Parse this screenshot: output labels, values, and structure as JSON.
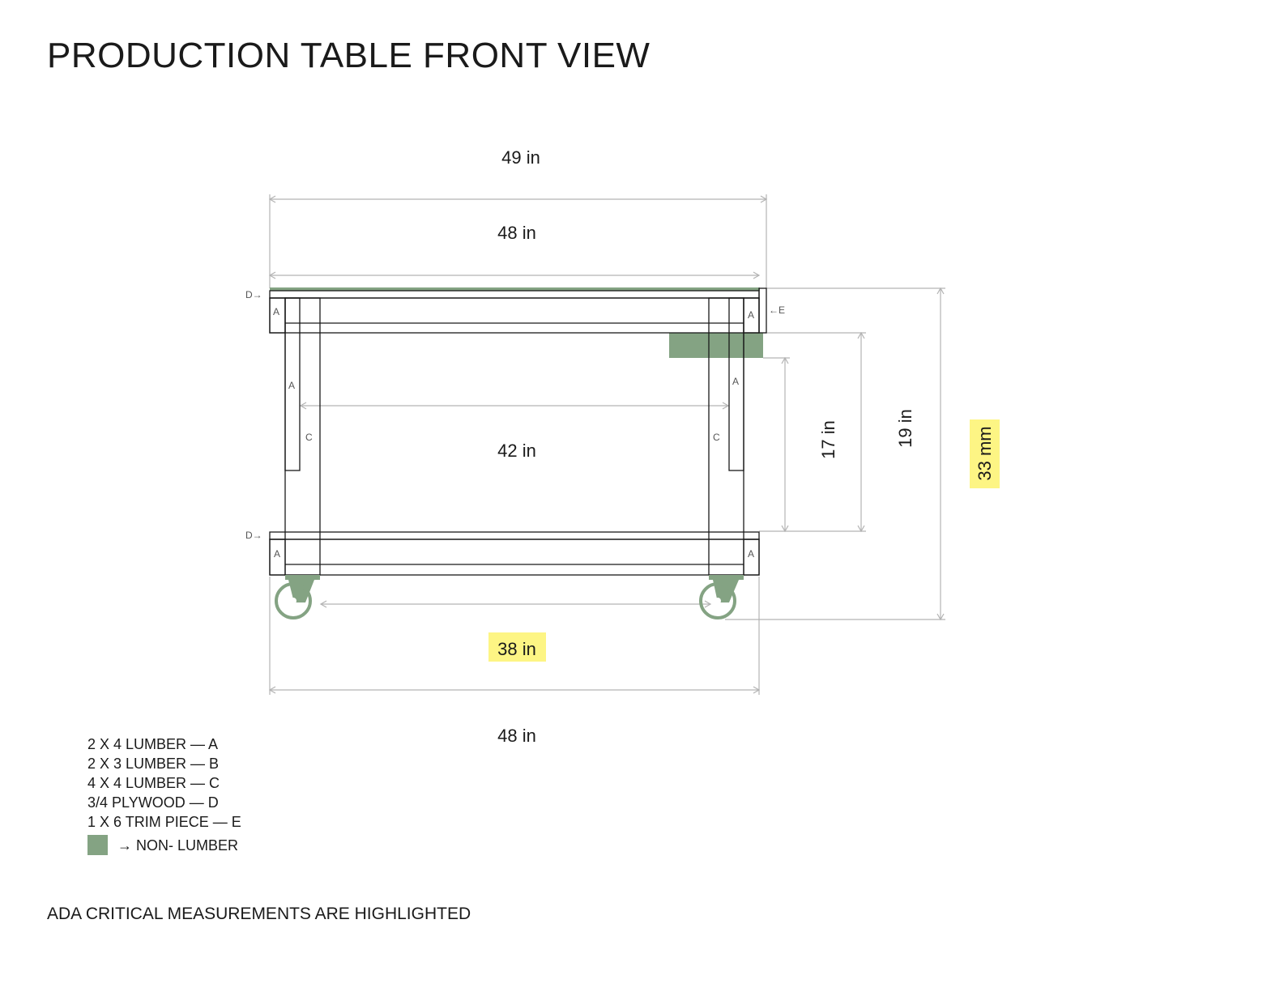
{
  "title": "PRODUCTION TABLE FRONT VIEW",
  "colors": {
    "non_lumber": "#84a383",
    "ada_highlight": "#fdf584",
    "outline": "#1a1a1a",
    "dimension_line": "#b3b3b3"
  },
  "dimensions": {
    "top_overall_width": "49 in",
    "top_width": "48 in",
    "inner_span": "42 in",
    "caster_span": "38 in",
    "bottom_width": "48 in",
    "inner_height": "17 in",
    "shelf_height": "19 in",
    "overall_height": "33 mm"
  },
  "piece_labels": {
    "a": "A",
    "c": "C",
    "d_arrow": "D→",
    "e_arrow": "←E"
  },
  "legend": {
    "items": [
      "2 X 4 LUMBER — A",
      "2 X 3 LUMBER — B",
      "4 X 4 LUMBER — C",
      "3/4 PLYWOOD — D",
      "1 X 6 TRIM PIECE — E"
    ],
    "non_lumber_label": "→ NON- LUMBER"
  },
  "footnote": "ADA CRITICAL MEASUREMENTS ARE HIGHLIGHTED",
  "highlighted_measurements": [
    "38 in",
    "33 mm"
  ]
}
